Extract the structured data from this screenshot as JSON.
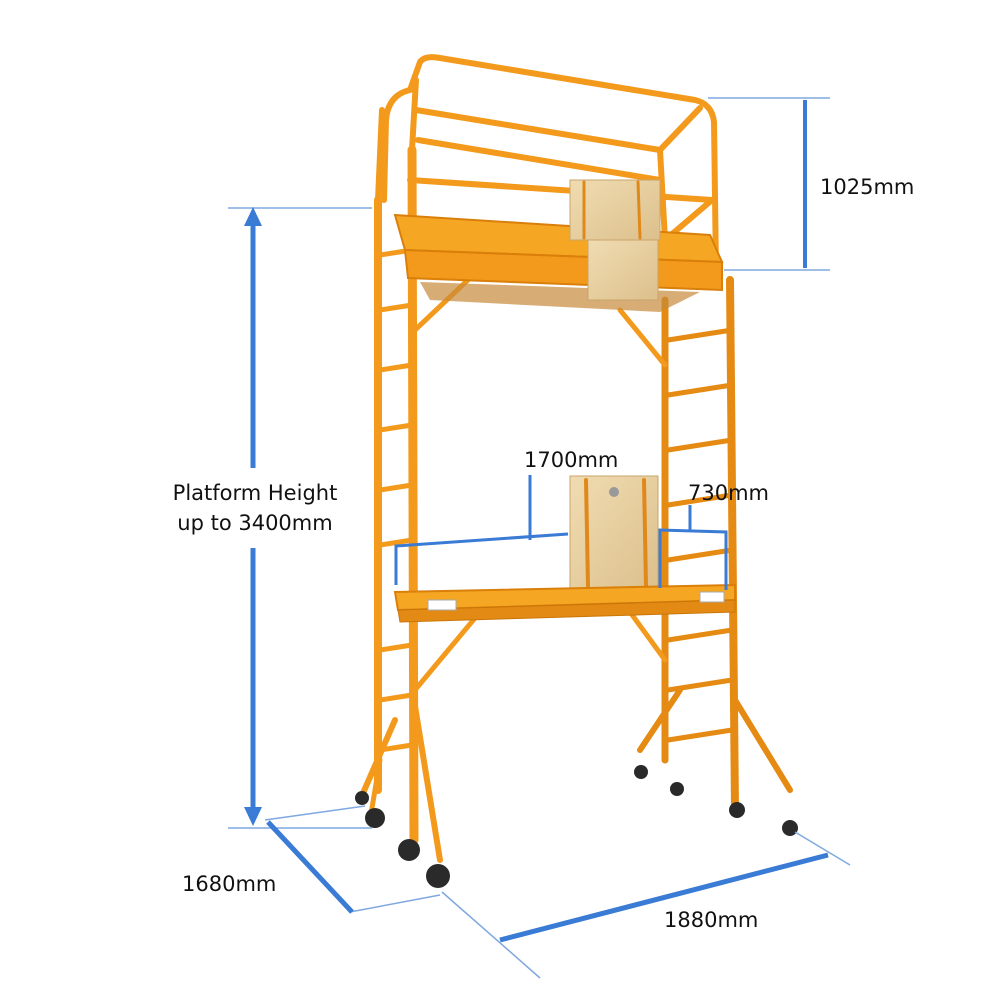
{
  "dimensions": {
    "guardrail_height": "1025mm",
    "platform_height_line1": "Platform Height",
    "platform_height_line2": "up to 3400mm",
    "platform_length": "1700mm",
    "platform_width": "730mm",
    "base_depth": "1680mm",
    "base_length": "1880mm"
  },
  "colors": {
    "frame_orange": "#f39a1c",
    "frame_dark": "#d97f0a",
    "plywood": "#e8cfa0",
    "dimension_line_blue": "#3a7bd5",
    "guide_line_blue": "#7fa8e0",
    "wheel": "#2a2a2a",
    "text": "#111111"
  }
}
